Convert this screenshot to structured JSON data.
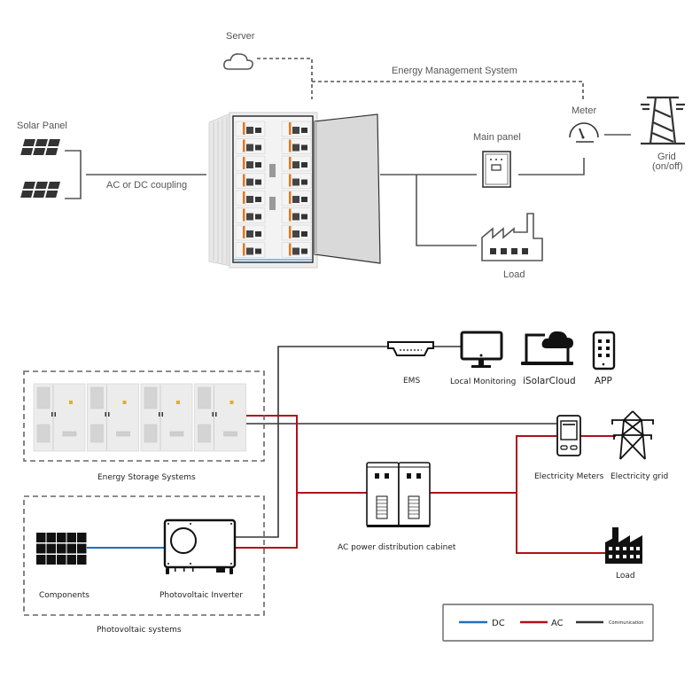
{
  "top_diagram": {
    "labels": {
      "server": "Server",
      "ems": "Energy Management System",
      "solar_panel": "Solar Panel",
      "coupling": "AC or DC coupling",
      "meter": "Meter",
      "main_panel": "Main panel",
      "grid_line1": "Grid",
      "grid_line2": "(on/off)",
      "load": "Load"
    }
  },
  "bottom_diagram": {
    "labels": {
      "ems": "EMS",
      "local_monitoring": "Local Monitoring",
      "isolarcloud": "iSolarCloud",
      "app": "APP",
      "energy_storage": "Energy Storage Systems",
      "electricity_meters": "Electricity Meters",
      "electricity_grid": "Electricity grid",
      "ac_cabinet": "AC power distribution cabinet",
      "load": "Load",
      "components": "Components",
      "pv_inverter": "Photovoltaic Inverter",
      "pv_systems": "Photovoltaic systems"
    },
    "legend": [
      {
        "label": "DC",
        "color": "#1f6fc0"
      },
      {
        "label": "AC",
        "color": "#b0101a"
      },
      {
        "label": "Communication",
        "color": "#333333"
      }
    ]
  },
  "colors": {
    "dc": "#1f6fc0",
    "ac": "#b0101a",
    "comm": "#333333",
    "top_line": "#555555"
  }
}
